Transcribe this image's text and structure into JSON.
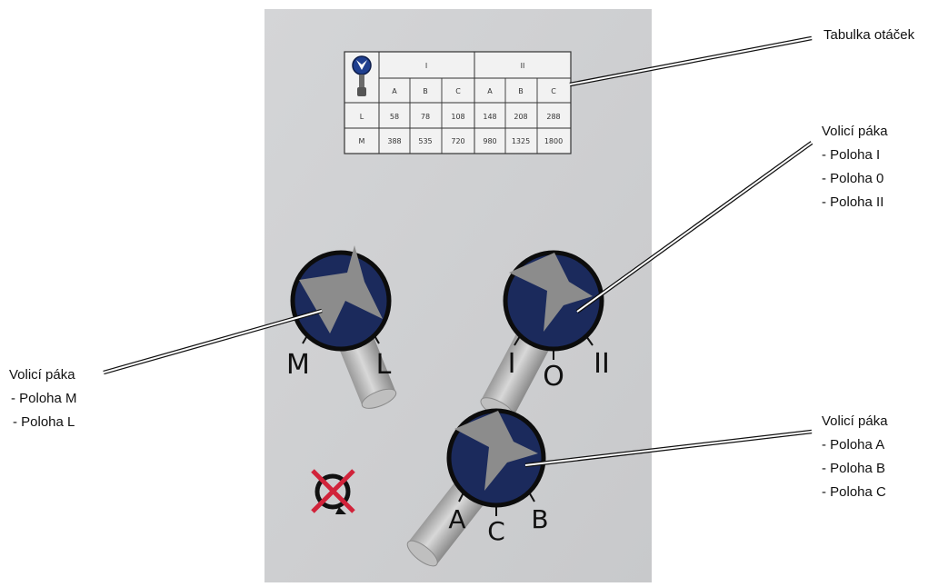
{
  "speed_table": {
    "col_groups": [
      "I",
      "II"
    ],
    "col_letters": [
      "A",
      "B",
      "C",
      "A",
      "B",
      "C"
    ],
    "rows": [
      {
        "label": "L",
        "values": [
          "58",
          "78",
          "108",
          "148",
          "208",
          "288"
        ]
      },
      {
        "label": "M",
        "values": [
          "388",
          "535",
          "720",
          "980",
          "1325",
          "1800"
        ]
      }
    ]
  },
  "knobs": {
    "range": {
      "positions": [
        "M",
        "L"
      ]
    },
    "gear": {
      "positions": [
        "I",
        "O",
        "II"
      ]
    },
    "step": {
      "positions": [
        "A",
        "C",
        "B"
      ]
    }
  },
  "callouts": {
    "table": {
      "title": "Tabulka otáček"
    },
    "gear": {
      "title": "Volicí páka",
      "items": [
        "- Poloha I",
        "- Poloha 0",
        "- Poloha II"
      ]
    },
    "range": {
      "title": "Volicí páka",
      "items": [
        "- Poloha M",
        "- Poloha L"
      ]
    },
    "step": {
      "title": "Volicí páka",
      "items": [
        "- Poloha A",
        "- Poloha B",
        "- Poloha C"
      ]
    }
  },
  "colors": {
    "panel": "#cfd0d2",
    "knob_fill": "#1b2a5c",
    "knob_ring": "#111111",
    "pointer": "#8c8c8c",
    "no_rotate_cross": "#d1233a"
  },
  "icons": [
    "gear-lever-icon",
    "no-rotation-icon",
    "pointer-arrow-icon"
  ]
}
